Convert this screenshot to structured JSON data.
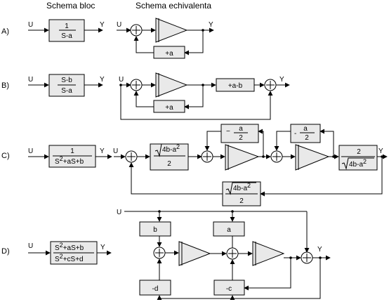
{
  "headers": {
    "bloc": "Schema bloc",
    "equiv": "Schema echivalenta"
  },
  "rows": {
    "a": {
      "label": "A)",
      "tf_num": "1",
      "tf_den": "S-a",
      "fb": "+a"
    },
    "b": {
      "label": "B)",
      "tf_num": "S-b",
      "tf_den": "S-a",
      "fb": "+a",
      "fwd": "+a-b"
    },
    "c": {
      "label": "C)",
      "tf_num": "1",
      "tf_den_pre": "S",
      "tf_den_post": "+aS+b",
      "g_num": "4b-a",
      "g_den": "2",
      "c1_num": "a",
      "c1_den": "2",
      "out_num": "2"
    },
    "d": {
      "label": "D)",
      "num_pre": "S",
      "num_post": "+aS+b",
      "den_pre": "S",
      "den_post": "+cS+d",
      "b": "b",
      "a": "a",
      "md": "-d",
      "mc": "-c"
    }
  },
  "signals": {
    "in": "U",
    "out": "Y",
    "sq": "2",
    "minus": "-",
    "minus2": "−"
  }
}
